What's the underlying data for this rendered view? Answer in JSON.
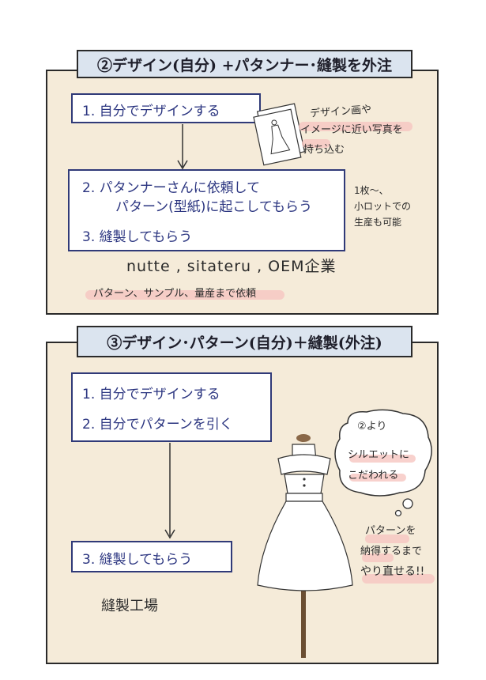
{
  "panel1": {
    "title": "②デザイン(自分) +パタンナー･縫製を外注",
    "steps": [
      "1.  自分でデザインする",
      "2.  パタンナーさんに依頼して",
      "パターン(型紙)に起こしてもらう",
      "3.  縫製してもらう"
    ],
    "note_sketch": [
      "デザイン画や",
      "イメージに近い写真を",
      "持ち込む"
    ],
    "note_small_lot": [
      "1枚〜、",
      "小ロットでの",
      "生産も可能"
    ],
    "companies": "nutte , sitateru , OEM企業",
    "companies_note": "パターン、サンプル、量産まで依頼"
  },
  "panel2": {
    "title": "③デザイン･パターン(自分)＋縫製(外注)",
    "steps": [
      "1.  自分でデザインする",
      "2.  自分でパターンを引く",
      "3.  縫製してもらう"
    ],
    "factory_note": "縫製工場",
    "bubble": [
      "②より",
      "シルエットに",
      "こだわれる"
    ],
    "redo_note": [
      "パターンを",
      "納得するまで",
      "やり直せる!!"
    ]
  },
  "colors": {
    "panel_bg": "#f5ebd9",
    "title_bg": "#dbe4ef",
    "step_text": "#2b3580",
    "highlight": "#f6c6c0"
  }
}
